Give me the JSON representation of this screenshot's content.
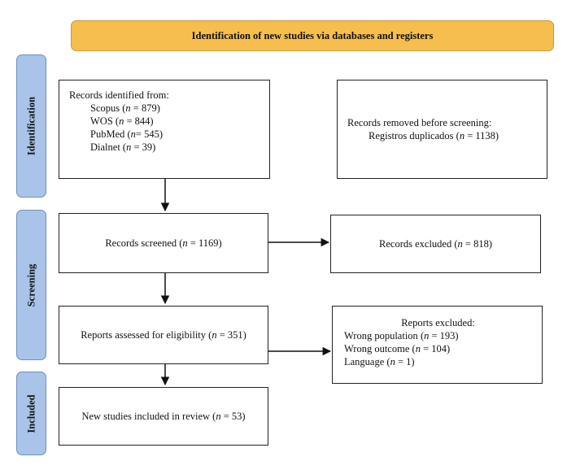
{
  "header": {
    "title": "Identification of new studies via databases and registers"
  },
  "phases": {
    "identification": "Identification",
    "screening": "Screening",
    "included": "Included"
  },
  "identified": {
    "heading": "Records identified from:",
    "sources": [
      {
        "name": "Scopus",
        "pre": "(",
        "n_label": "n",
        "eq": " = 879)"
      },
      {
        "name": "WOS",
        "pre": "(",
        "n_label": "n",
        "eq": " = 844)"
      },
      {
        "name": "PubMed",
        "pre": "(",
        "n_label": "n",
        "eq": "= 545)"
      },
      {
        "name": "Dialnet",
        "pre": "(",
        "n_label": "n",
        "eq": " = 39)"
      }
    ]
  },
  "removed": {
    "heading": "Records removed before screening:",
    "item_name": "Registros duplicados",
    "item_pre": "(",
    "item_n": "n",
    "item_eq": " = 1138)"
  },
  "screened": {
    "label": "Records screened",
    "pre": "(",
    "n_label": "n",
    "eq": " = 1169)"
  },
  "excluded": {
    "label": "Records excluded",
    "pre": "(",
    "n_label": "n",
    "eq": " = 818)"
  },
  "assessed": {
    "label": "Reports assessed for eligibility",
    "pre": "(",
    "n_label": "n",
    "eq": " = 351)"
  },
  "reports_excluded": {
    "heading": "Reports excluded:",
    "items": [
      {
        "name": "Wrong population",
        "pre": "(",
        "n_label": "n",
        "eq": " = 193)"
      },
      {
        "name": "Wrong outcome",
        "pre": "(",
        "n_label": "n",
        "eq": " = 104)"
      },
      {
        "name": "Language",
        "pre": "(",
        "n_label": "n",
        "eq": " = 1)"
      }
    ]
  },
  "included": {
    "label": "New studies included in review",
    "pre": "(",
    "n_label": "n",
    "eq": " = 53)"
  }
}
